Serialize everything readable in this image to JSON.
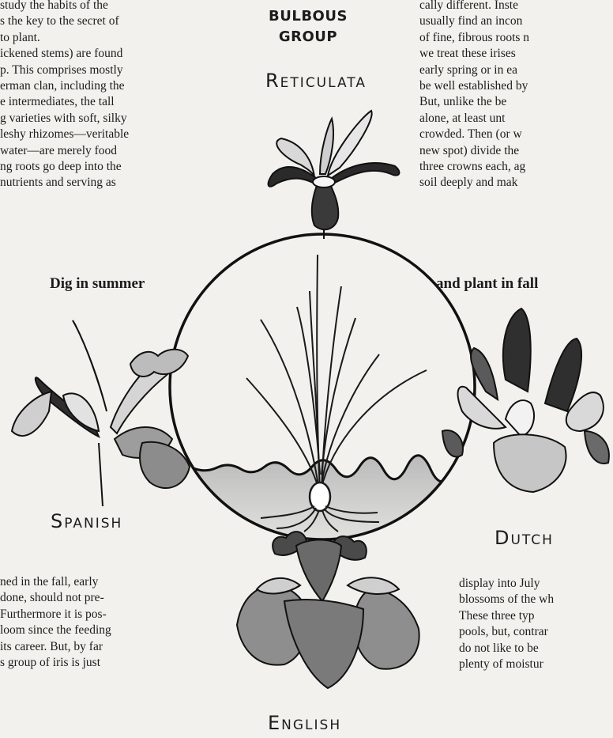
{
  "article": {
    "top_left_lines": [
      " study the habits of the",
      "s the key to the secret of",
      "to plant.",
      "ickened stems) are found",
      "p. This comprises mostly",
      "erman clan, including the",
      "e intermediates, the tall",
      "g varieties with soft, silky",
      "leshy rhizomes—veritable",
      " water—are merely food",
      "ng roots go deep into the",
      "nutrients and serving as"
    ],
    "top_right_lines": [
      "cally different. Inste",
      "usually find an incon",
      "of fine, fibrous roots n",
      "we treat these irises",
      "early spring or in ea",
      "be well established by",
      "  But, unlike the be",
      "alone, at least unt",
      "crowded. Then (or w",
      "new spot) divide the",
      "three crowns each, ag",
      "soil deeply and mak"
    ],
    "bottom_left_lines": [
      "ned in the fall, early",
      " done, should not pre-",
      "Furthermore it is pos-",
      "loom since the feeding",
      "its career. But, by far",
      "s group of iris is just"
    ],
    "bottom_right_lines": [
      "display into July",
      "blossoms of the wh",
      "  These three typ",
      "pools, but, contrar",
      "do not like to be",
      "plenty of moistur"
    ]
  },
  "illustration": {
    "heading_line1": "BULBOUS",
    "heading_line2": "GROUP",
    "caption_left": "Dig in summer",
    "caption_right": "and plant in fall",
    "labels": {
      "reticulata": "Reticulata",
      "spanish": "Spanish",
      "dutch": "Dutch",
      "english": "English"
    }
  }
}
